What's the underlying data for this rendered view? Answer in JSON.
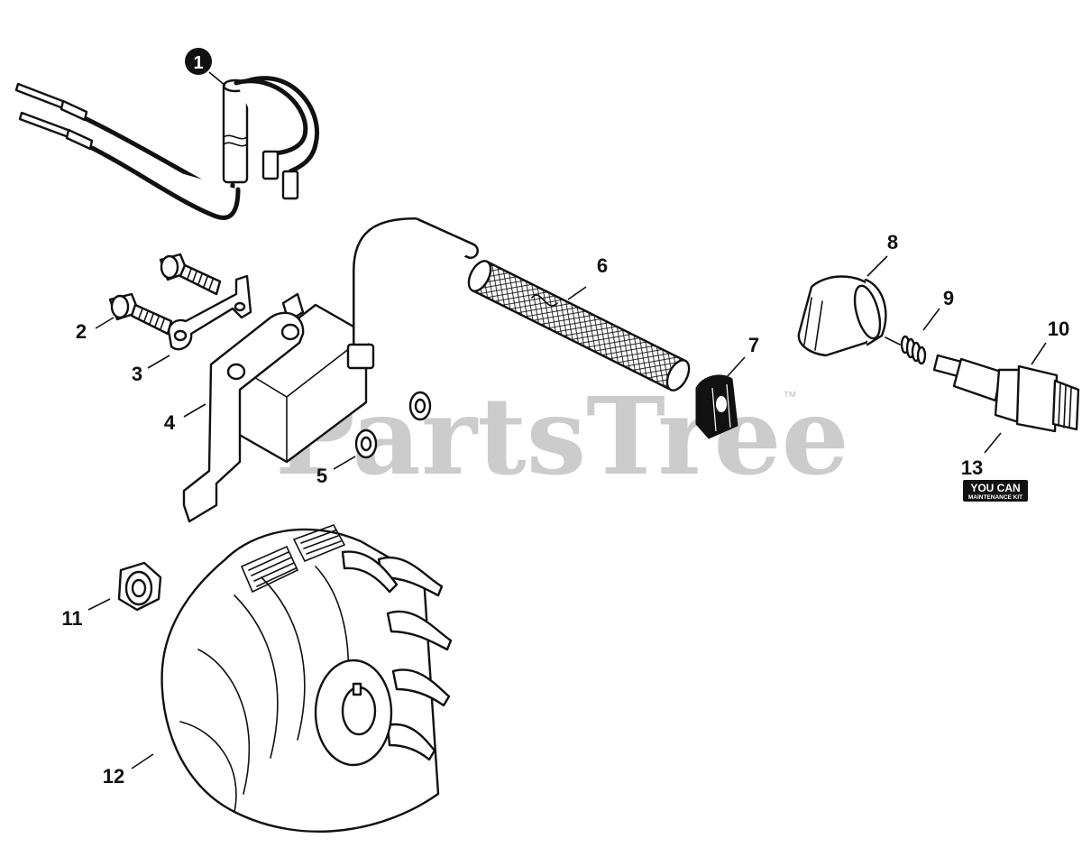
{
  "watermark": {
    "text": "PartsTree",
    "tm": "™"
  },
  "callouts": {
    "p1": "1",
    "p2": "2",
    "p3": "3",
    "p4": "4",
    "p5": "5",
    "p6": "6",
    "p7": "7",
    "p8": "8",
    "p9": "9",
    "p10": "10",
    "p11": "11",
    "p12": "12",
    "p13": "13"
  },
  "badge": {
    "line1": "YOU CAN",
    "line2": "MAINTENANCE KIT"
  },
  "colors": {
    "ink": "#111111",
    "watermark": "#c4c4c4",
    "background": "#ffffff"
  }
}
